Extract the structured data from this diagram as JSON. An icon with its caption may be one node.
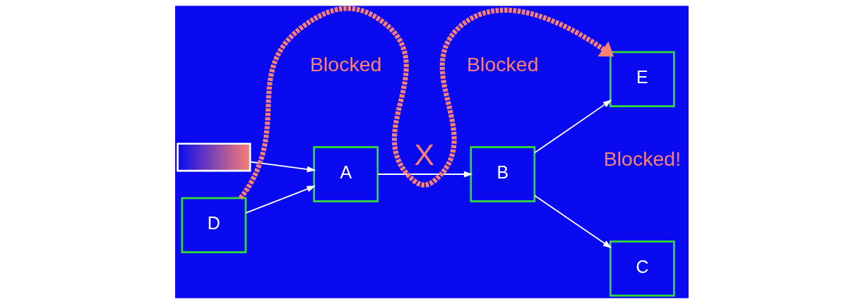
{
  "diagram": {
    "nodes": [
      {
        "text": [],
        "shape": "box"
      },
      {
        "text": [
          "A"
        ]
      },
      {
        "text": [
          "B"
        ]
      },
      {
        "text": [
          "C"
        ]
      },
      {
        "text": [
          "D"
        ]
      },
      {
        "text": [
          "E"
        ]
      }
    ],
    "edges": [
      {
        "from": 0,
        "to": 1,
        "arrow": "to"
      },
      {
        "from": 1,
        "to": 2,
        "arrow": "to",
        "label": "X"
      },
      {
        "from": 2,
        "to": 3,
        "arrow": "to"
      },
      {
        "from": 4,
        "to": 1,
        "arrow": "to"
      },
      {
        "from": 2,
        "to": 5,
        "arrow": "to"
      },
      {
        "from": 4,
        "to": 5,
        "arrow": "to",
        "style": "dashed",
        "color": "#fa8072"
      }
    ],
    "labels": [
      "Blocked",
      "Blocked",
      "Blocked!"
    ]
  }
}
